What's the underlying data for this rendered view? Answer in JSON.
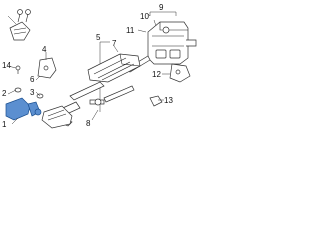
{
  "callouts": {
    "c1": "1",
    "c2": "2",
    "c3": "3",
    "c4": "4",
    "c5": "5",
    "c6": "6",
    "c7": "7",
    "c8": "8",
    "c9": "9",
    "c10": "10",
    "c11": "11",
    "c12": "12",
    "c13": "13",
    "c14": "14"
  },
  "colors": {
    "highlight": "#5b8fd0",
    "line": "#222222",
    "background": "#ffffff"
  }
}
